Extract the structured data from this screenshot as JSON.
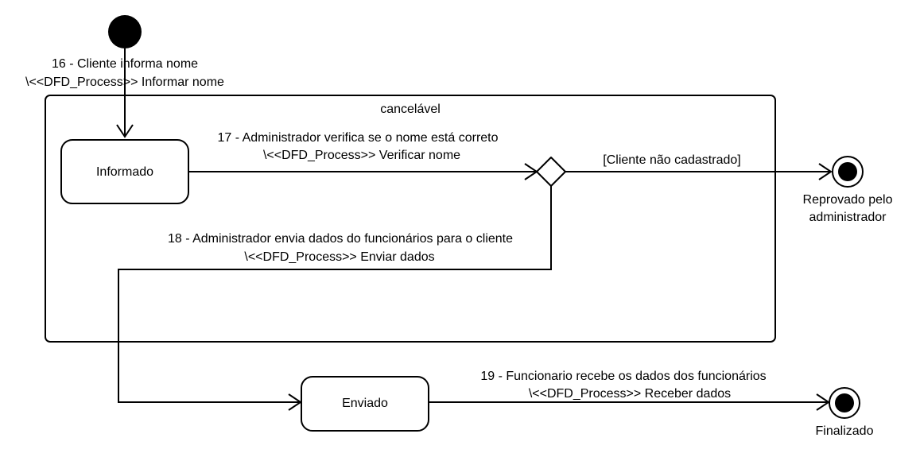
{
  "composite_state": {
    "label": "cancelável"
  },
  "states": {
    "informado": "Informado",
    "enviado": "Enviado"
  },
  "final_states": {
    "reprovado": [
      "Reprovado pelo",
      "administrador"
    ],
    "finalizado": "Finalizado"
  },
  "transitions": {
    "t16": [
      "16 - Cliente informa nome",
      "\\<<DFD_Process>> Informar nome"
    ],
    "t17": [
      "17 - Administrador verifica se o nome está correto",
      "\\<<DFD_Process>> Verificar nome"
    ],
    "guard": "[Cliente não cadastrado]",
    "t18": [
      "18 - Administrador envia dados do funcionários para o cliente",
      "\\<<DFD_Process>> Enviar dados"
    ],
    "t19": [
      "19 - Funcionario recebe os dados dos funcionários",
      "\\<<DFD_Process>> Receber dados"
    ]
  }
}
